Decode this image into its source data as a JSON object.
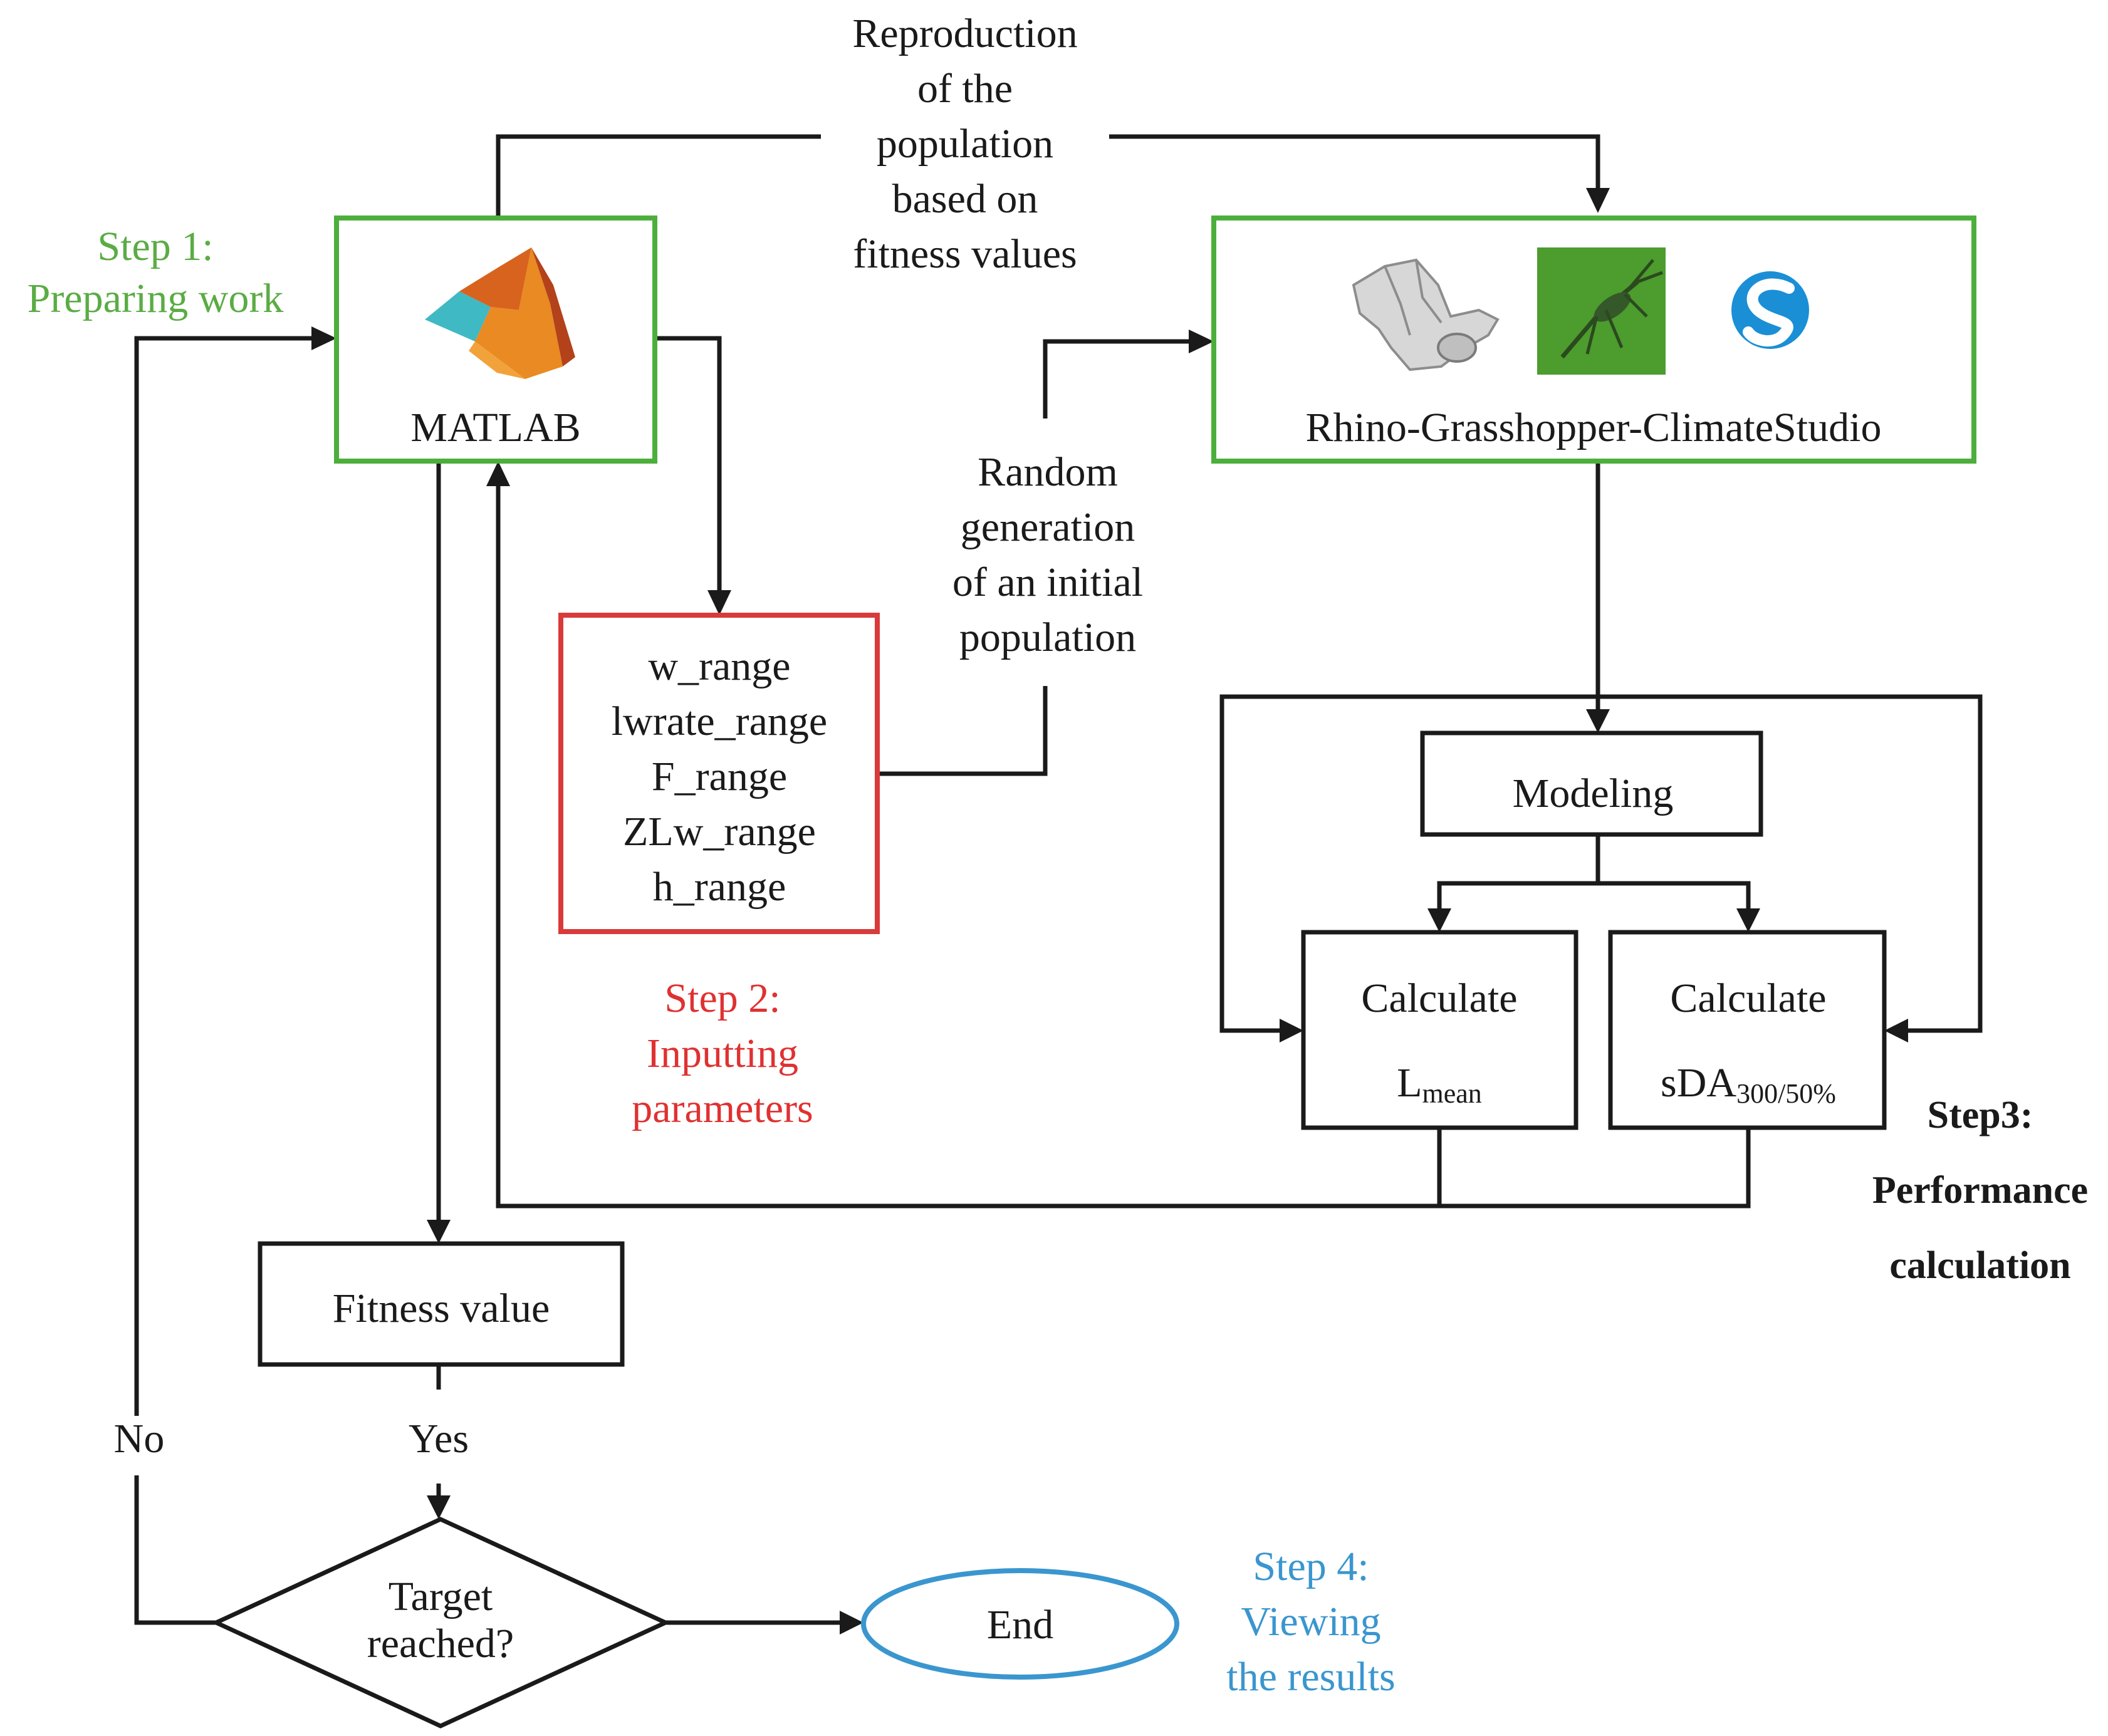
{
  "colors": {
    "step1": "#5aac44",
    "step2": "#e03131",
    "step3": "#1a1a1a",
    "step4": "#3a96cf",
    "line": "#1a1a1a",
    "green_box": "#4caf3c",
    "red_box": "#d93a3a",
    "end_oval": "#3a96cf"
  },
  "steps": {
    "step1": [
      "Step 1:",
      "Preparing work"
    ],
    "step2": [
      "Step 2:",
      "Inputting",
      "parameters"
    ],
    "step3": [
      "Step3:",
      "Performance",
      "calculation"
    ],
    "step4": [
      "Step 4:",
      "Viewing",
      "the results"
    ]
  },
  "nodes": {
    "matlab": {
      "label": "MATLAB",
      "icon": "matlab-membrane-logo"
    },
    "rhino": {
      "label": "Rhino-Grasshopper-ClimateStudio",
      "icons": [
        "rhino-icon",
        "grasshopper-icon",
        "climatestudio-icon"
      ]
    },
    "parameters": [
      "w_range",
      "lwrate_range",
      "F_range",
      "ZLw_range",
      "h_range"
    ],
    "modeling": "Modeling",
    "calc_lmean": {
      "line1": "Calculate",
      "base": "L",
      "sub": "mean"
    },
    "calc_sda": {
      "line1": "Calculate",
      "base": "sDA",
      "sub": "300/50%"
    },
    "fitness": "Fitness value",
    "decision": [
      "Target",
      "reached?"
    ],
    "end": "End"
  },
  "edges": {
    "reproduction": [
      "Reproduction",
      "of the",
      "population",
      "based on",
      "fitness values"
    ],
    "random": [
      "Random",
      "generation",
      "of an initial",
      "population"
    ],
    "yes": "Yes",
    "no": "No"
  }
}
